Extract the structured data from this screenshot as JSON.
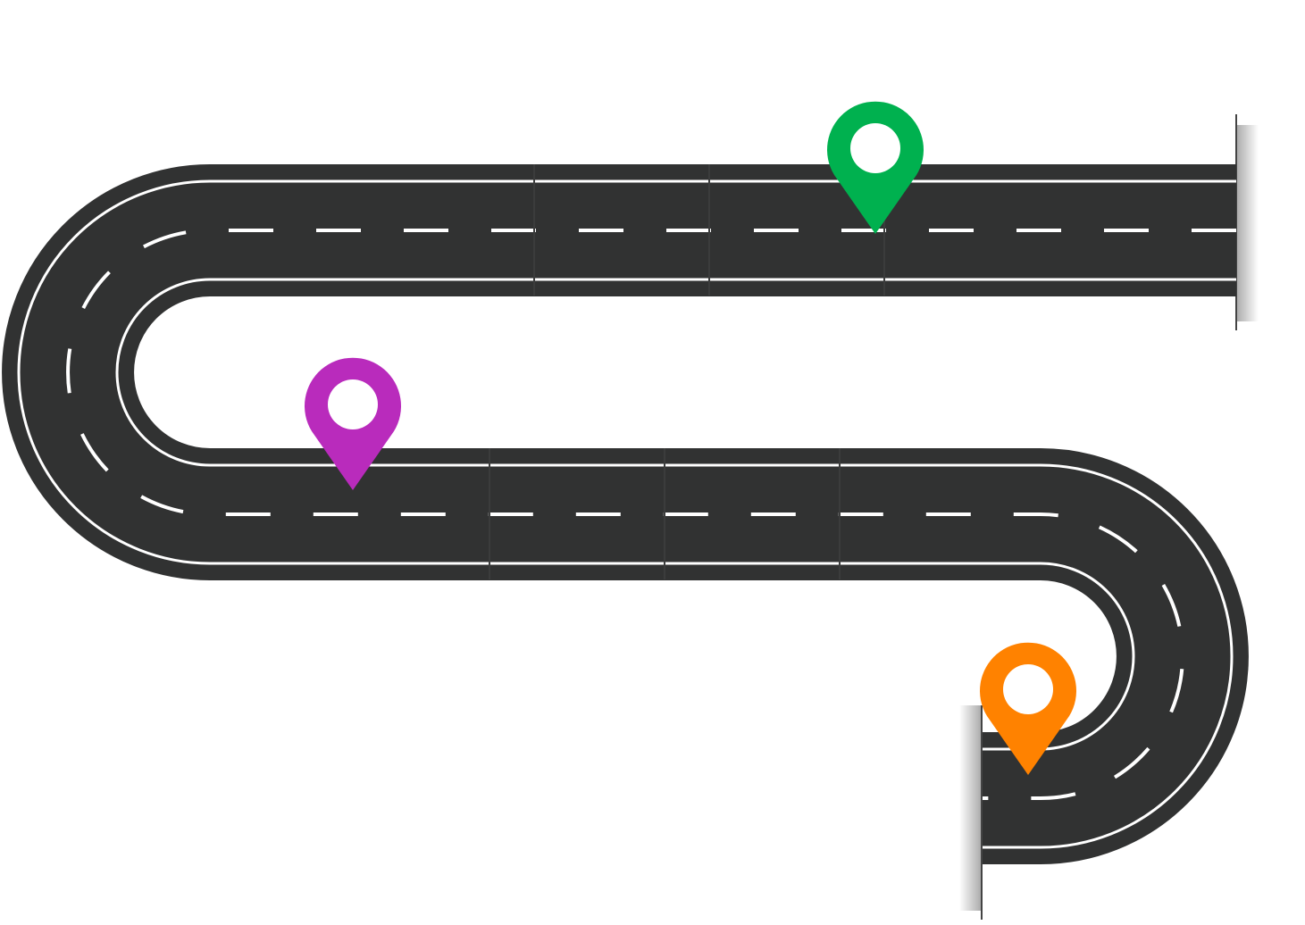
{
  "colors": {
    "background": "#ffffff",
    "road": "#313232",
    "road_lines": "#ffffff",
    "seam": "#3d3e3e"
  },
  "markers": [
    {
      "id": "green",
      "color": "#00b14f",
      "icon": "map-pin-icon"
    },
    {
      "id": "purple",
      "color": "#b92bbc",
      "icon": "map-pin-icon"
    },
    {
      "id": "orange",
      "color": "#ff8200",
      "icon": "map-pin-icon"
    }
  ]
}
